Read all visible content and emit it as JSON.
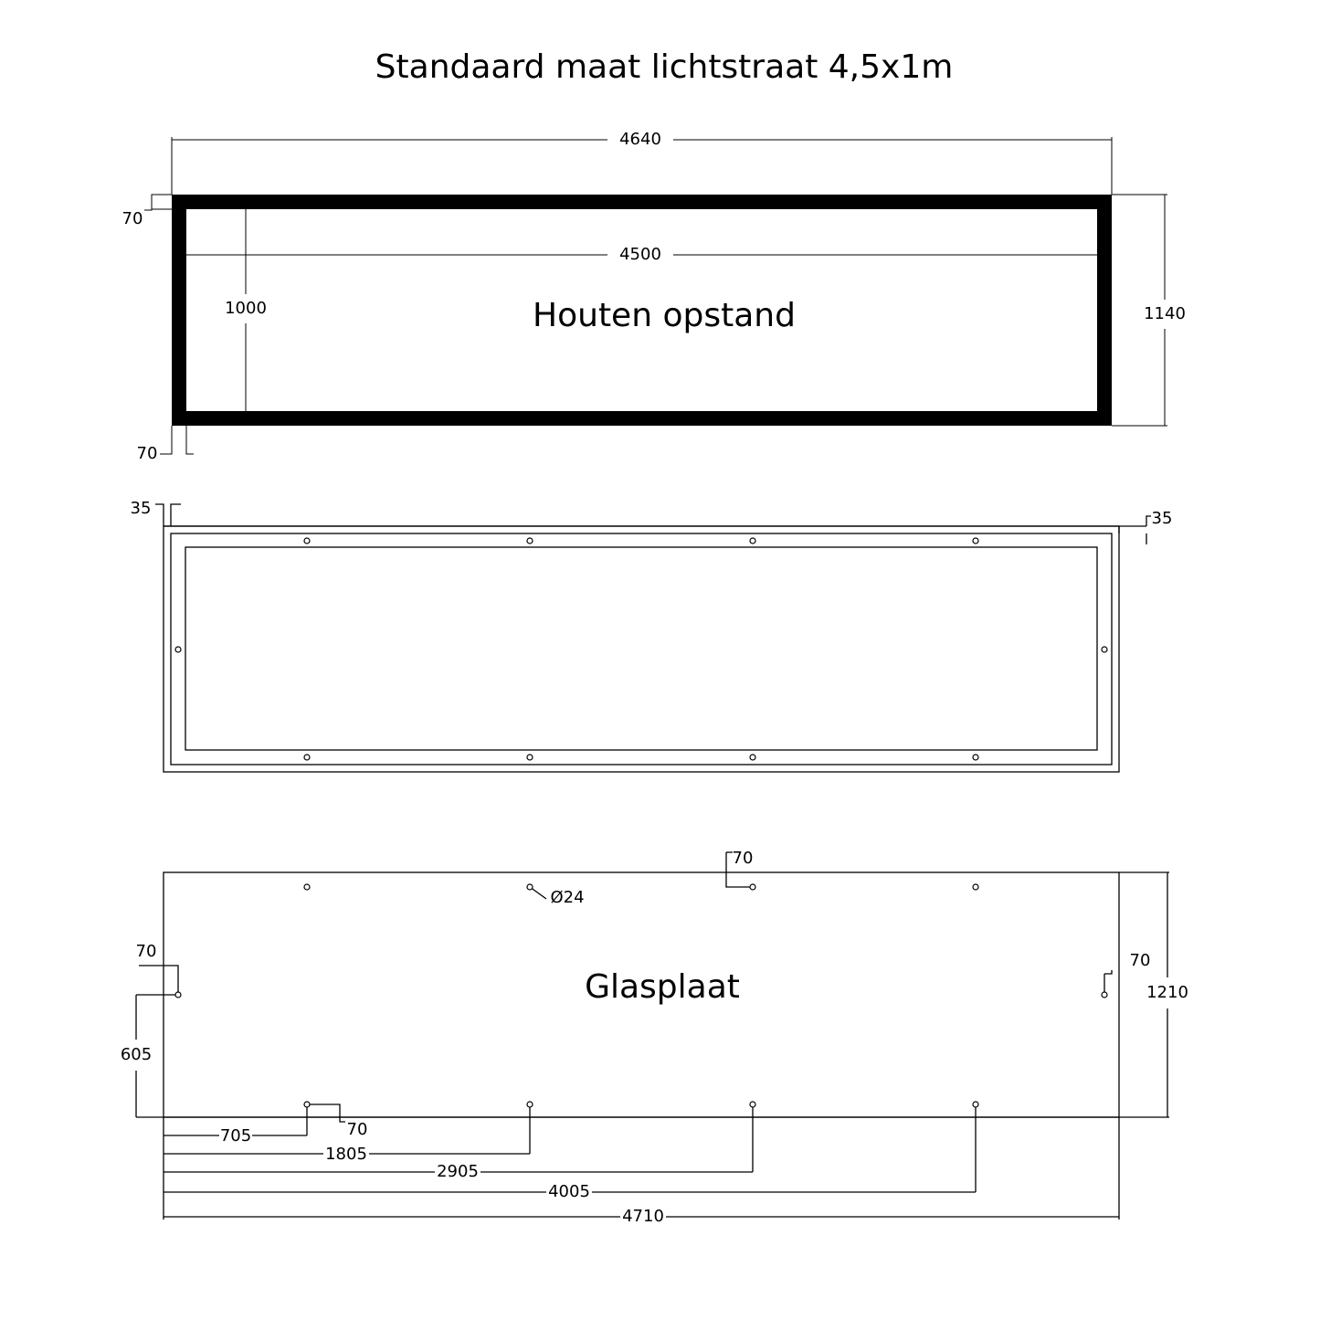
{
  "title": "Standaard maat lichtstraat 4,5x1m",
  "frame_view": {
    "label": "Houten opstand",
    "dims": {
      "outer_width": "4640",
      "inner_width": "4500",
      "inner_height": "1000",
      "outer_height": "1140",
      "top_thickness": "70",
      "side_thickness": "70"
    }
  },
  "profile_view": {
    "dims": {
      "left_offset": "35",
      "right_offset": "35"
    }
  },
  "glass_view": {
    "label": "Glasplaat",
    "dims": {
      "hole_diameter": "Ø24",
      "top_hole_offset": "70",
      "left_hole_offset": "70",
      "right_hole_offset": "70",
      "height": "1210",
      "side_hole_height": "605",
      "bottom_hole_offset": "70",
      "hole_1": "705",
      "hole_2": "1805",
      "hole_3": "2905",
      "hole_4": "4005",
      "width": "4710"
    }
  }
}
